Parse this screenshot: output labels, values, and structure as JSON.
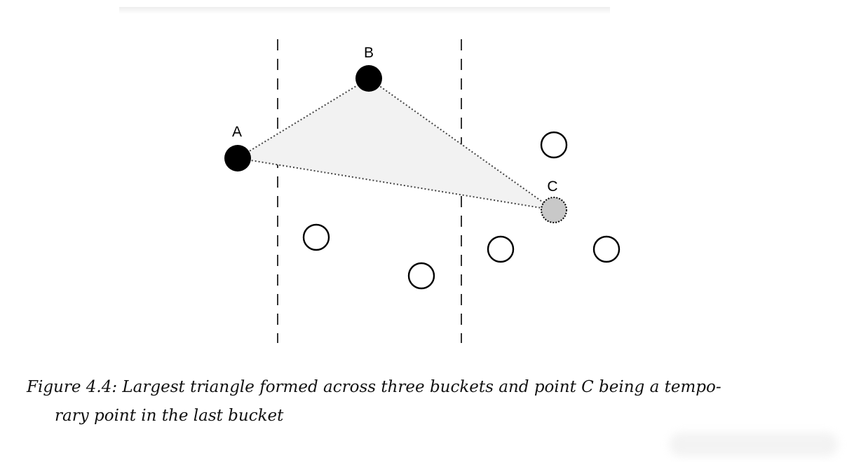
{
  "diagram": {
    "labels": {
      "a": "A",
      "b": "B",
      "c": "C"
    },
    "buckets": 3
  },
  "caption": {
    "line1": "Figure 4.4: Largest triangle formed across three buckets and point C being a tempo-",
    "line2": "rary point in the last bucket"
  }
}
